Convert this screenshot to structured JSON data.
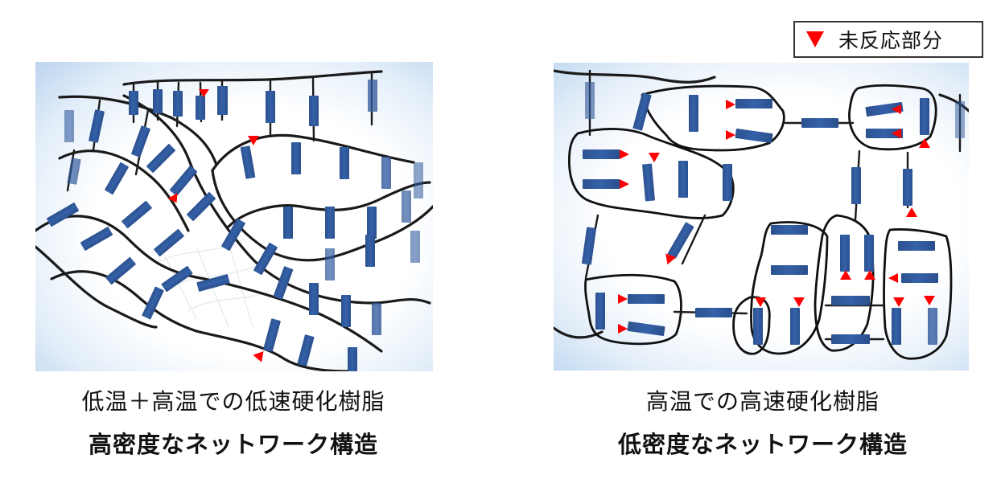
{
  "legend": {
    "marker_color": "#ff0000",
    "label": "未反応部分"
  },
  "left_panel": {
    "caption_line1": "低温＋高温での低速硬化樹脂",
    "caption_line2": "高密度なネットワーク構造"
  },
  "right_panel": {
    "caption_line1": "高温での高速硬化樹脂",
    "caption_line2": "低密度なネットワーク構造"
  },
  "colors": {
    "segment": "#2d5597",
    "chain": "#1a1a1a",
    "unreacted": "#ff0000",
    "panel_edge": "#bcd4ee"
  }
}
